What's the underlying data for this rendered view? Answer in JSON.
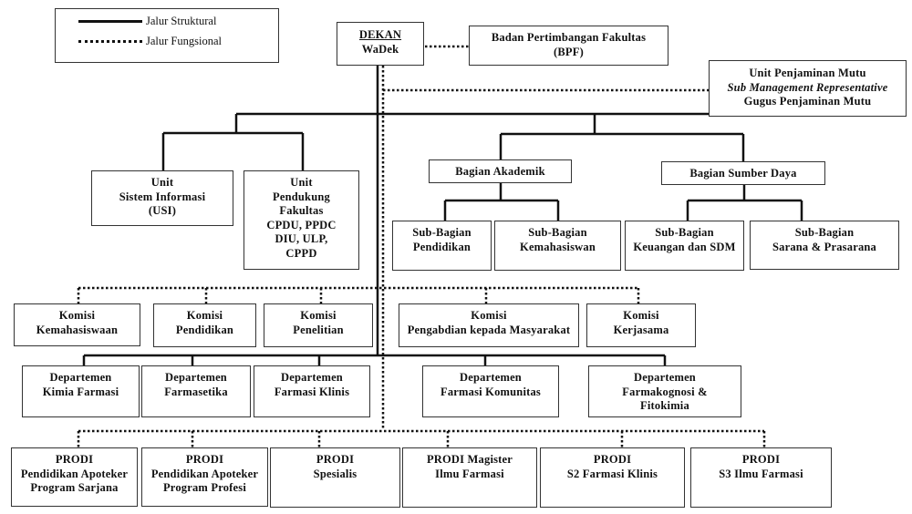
{
  "legend": {
    "structural": "Jalur Struktural",
    "functional": "Jalur Fungsional"
  },
  "top": {
    "dekan": {
      "title": "DEKAN",
      "subtitle": "WaDek"
    },
    "bpf": {
      "lines": [
        "Badan Pertimbangan Fakultas",
        "(BPF)"
      ]
    },
    "upm": {
      "lines": [
        "Unit Penjaminan Mutu",
        "Sub Management Representative",
        "Gugus Penjaminan Mutu"
      ]
    }
  },
  "units": [
    {
      "lines": [
        "Unit",
        "Sistem Informasi",
        "(USI)"
      ]
    },
    {
      "lines": [
        "Unit",
        "Pendukung",
        "Fakultas",
        "CPDU, PPDC",
        "DIU, ULP,",
        "CPPD"
      ]
    }
  ],
  "bagian": [
    {
      "label": "Bagian Akademik",
      "sub": [
        {
          "lines": [
            "Sub-Bagian",
            "Pendidikan"
          ]
        },
        {
          "lines": [
            "Sub-Bagian",
            "Kemahasiswan"
          ]
        }
      ]
    },
    {
      "label": "Bagian Sumber Daya",
      "sub": [
        {
          "lines": [
            "Sub-Bagian",
            "Keuangan dan SDM"
          ]
        },
        {
          "lines": [
            "Sub-Bagian",
            "Sarana & Prasarana"
          ]
        }
      ]
    }
  ],
  "komisi": [
    {
      "lines": [
        "Komisi",
        "Kemahasiswaan"
      ]
    },
    {
      "lines": [
        "Komisi",
        "Pendidikan"
      ]
    },
    {
      "lines": [
        "Komisi",
        "Penelitian"
      ]
    },
    {
      "lines": [
        "Komisi",
        "Pengabdian kepada Masyarakat"
      ]
    },
    {
      "lines": [
        "Komisi",
        "Kerjasama"
      ]
    }
  ],
  "departemen": [
    {
      "lines": [
        "Departemen",
        "Kimia Farmasi"
      ]
    },
    {
      "lines": [
        "Departemen",
        "Farmasetika"
      ]
    },
    {
      "lines": [
        "Departemen",
        "Farmasi Klinis"
      ]
    },
    {
      "lines": [
        "Departemen",
        "Farmasi Komunitas"
      ]
    },
    {
      "lines": [
        "Departemen",
        "Farmakognosi &",
        "Fitokimia"
      ]
    }
  ],
  "prodi": [
    {
      "lines": [
        "PRODI",
        "Pendidikan Apoteker",
        "Program Sarjana"
      ]
    },
    {
      "lines": [
        "PRODI",
        "Pendidikan Apoteker",
        "Program Profesi"
      ]
    },
    {
      "lines": [
        "PRODI",
        "Spesialis"
      ]
    },
    {
      "lines": [
        "PRODI Magister",
        "Ilmu Farmasi"
      ]
    },
    {
      "lines": [
        "PRODI",
        "S2 Farmasi Klinis"
      ]
    },
    {
      "lines": [
        "PRODI",
        "S3 Ilmu Farmasi"
      ]
    }
  ]
}
